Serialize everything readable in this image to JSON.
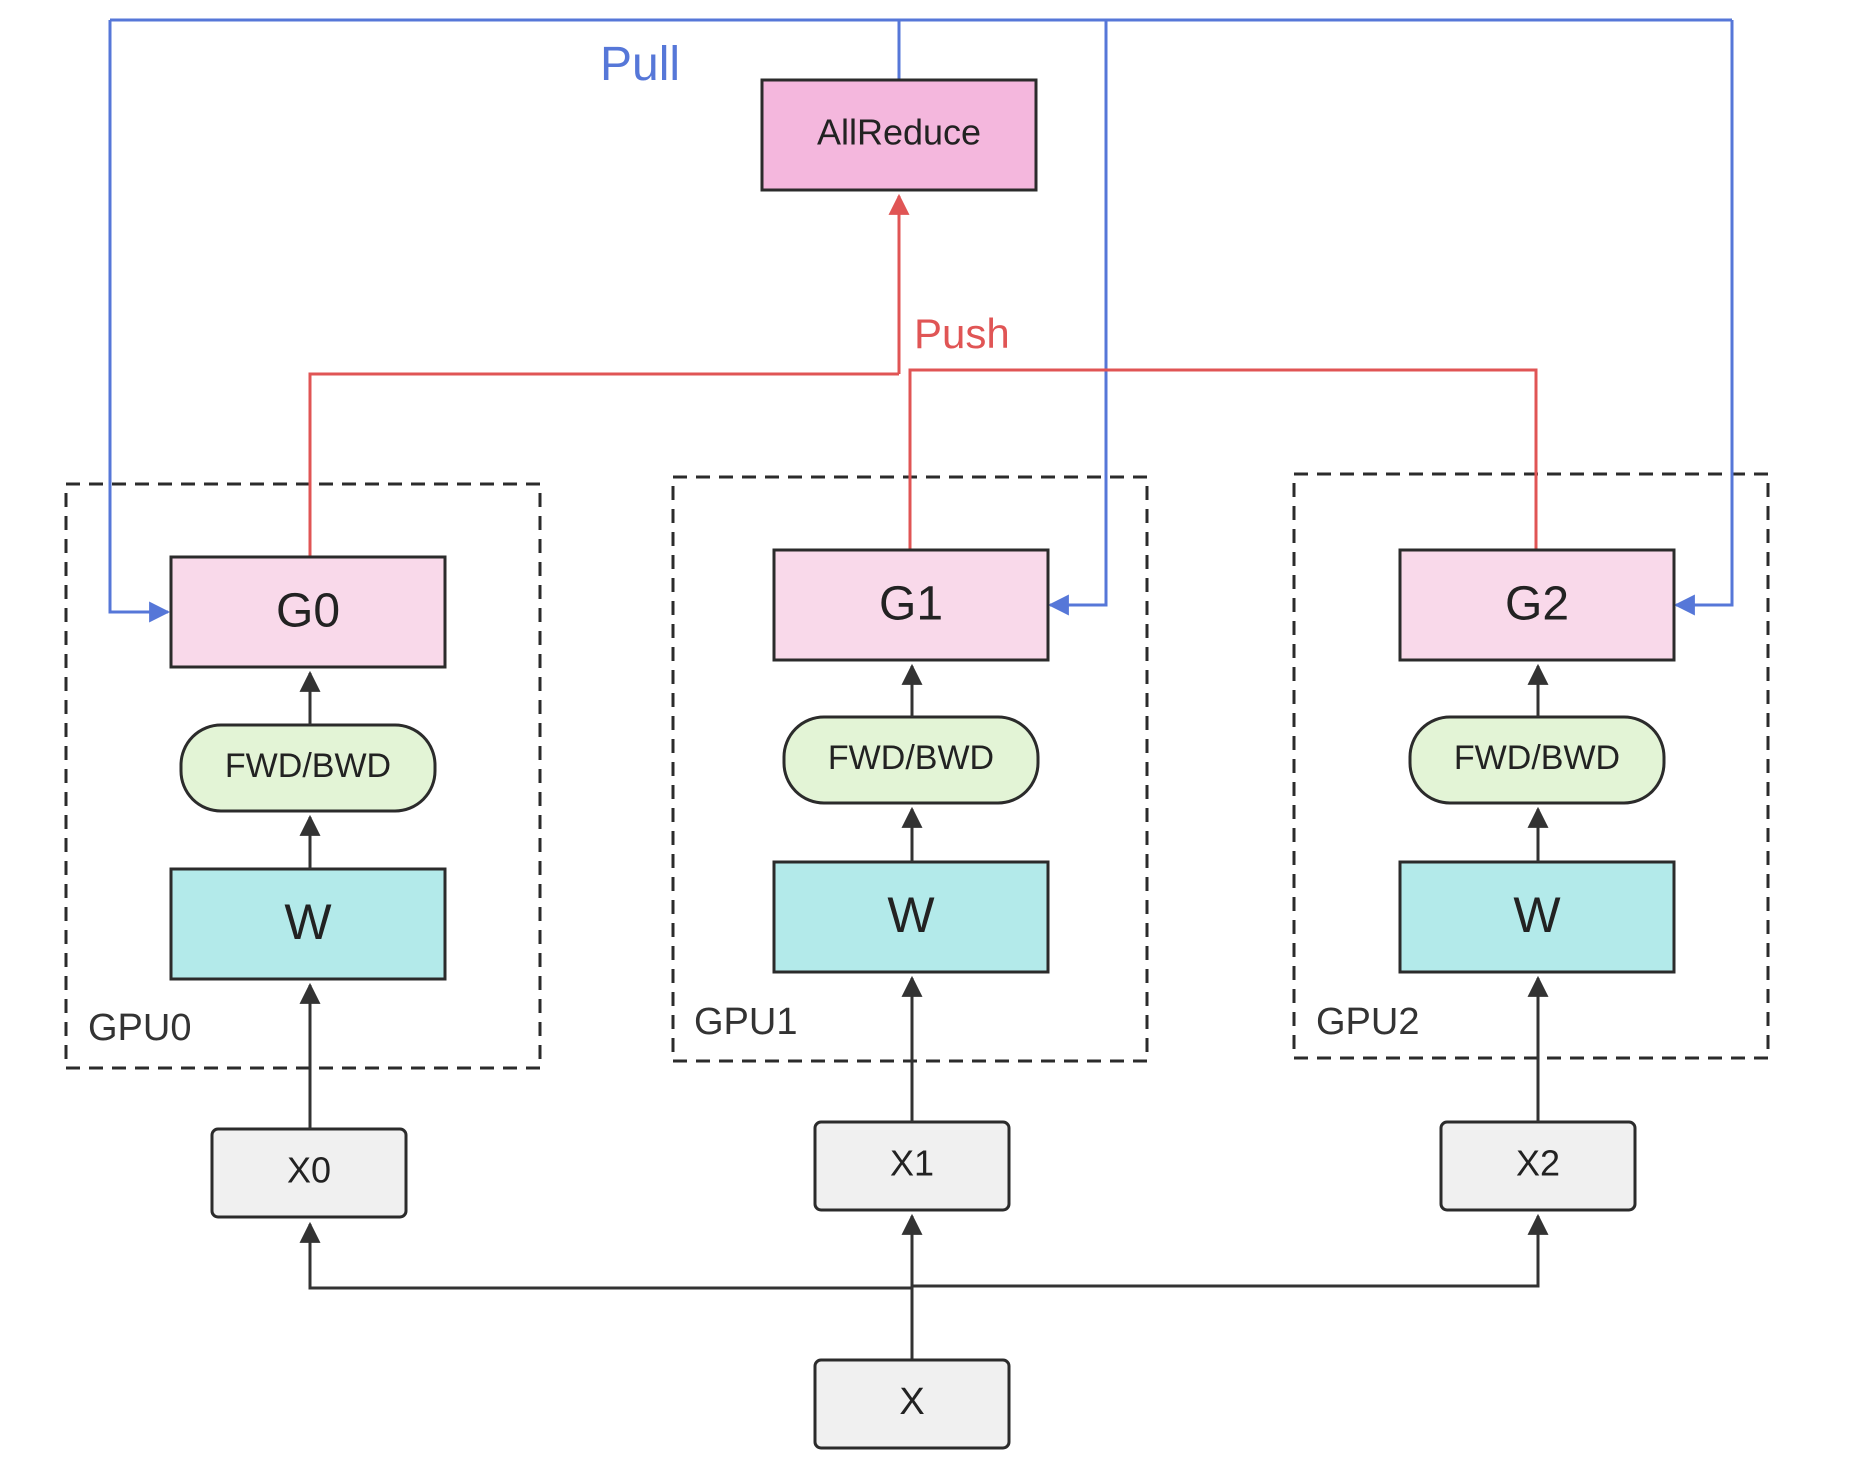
{
  "colors": {
    "pull": "#5677d8",
    "push": "#e05555",
    "data": "#333333",
    "allreduce_fill": "#f4b7dd",
    "grad_fill": "#f9d9ea",
    "fwdbwd_fill": "#e3f4d6",
    "weight_fill": "#b3eaea",
    "input_fill": "#f0f0f0",
    "border": "#2b2b2b",
    "dashed": "#2b2b2b"
  },
  "labels": {
    "pull": "Pull",
    "push": "Push",
    "allreduce": "AllReduce",
    "input": "X"
  },
  "gpus": [
    {
      "name": "GPU0",
      "grad": "G0",
      "op": "FWD/BWD",
      "weight": "W",
      "shard": "X0"
    },
    {
      "name": "GPU1",
      "grad": "G1",
      "op": "FWD/BWD",
      "weight": "W",
      "shard": "X1"
    },
    {
      "name": "GPU2",
      "grad": "G2",
      "op": "FWD/BWD",
      "weight": "W",
      "shard": "X2"
    }
  ]
}
